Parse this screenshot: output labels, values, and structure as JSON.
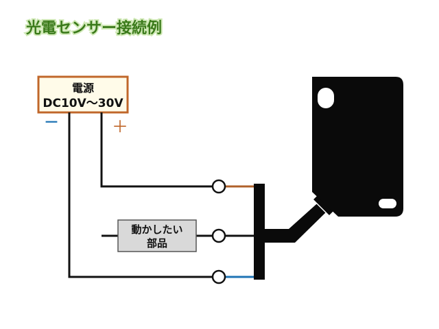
{
  "title": "光電センサー接続例",
  "power_supply": {
    "label": "電源",
    "voltage": "DC10V～30V",
    "minus_sign": "－",
    "plus_sign": "＋"
  },
  "component": {
    "line1": "動かしたい",
    "line2": "部品"
  },
  "colors": {
    "title_text": "#3a7a1a",
    "title_outline": "#cfe8b5",
    "power_border": "#c0672a",
    "power_fill": "#fffbe9",
    "minus": "#1e73b4",
    "plus": "#c0672a",
    "wire": "#111111",
    "brown_wire": "#b0602a",
    "blue_wire": "#1e73b4",
    "component_fill": "#d9d9d9",
    "sensor_body": "#0a0a0a"
  },
  "icons": [
    "photoelectric-sensor-icon",
    "terminal-circle-icon"
  ]
}
